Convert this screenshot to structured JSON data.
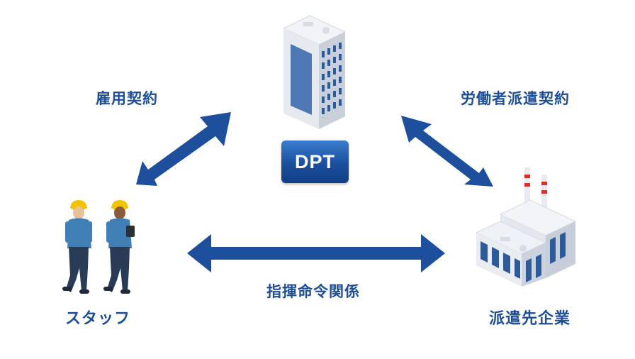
{
  "labels": {
    "employment_contract": "雇用契約",
    "dispatch_contract": "労働者派遣契約",
    "command_relationship": "指揮命令関係",
    "staff": "スタッフ",
    "client_company": "派遣先企業"
  },
  "badge": {
    "text": "DPT"
  },
  "colors": {
    "accent": "#1e4f96",
    "arrow": "#1d4f9c"
  },
  "icons": [
    "office-building-icon",
    "factory-icon",
    "worker-icon"
  ]
}
